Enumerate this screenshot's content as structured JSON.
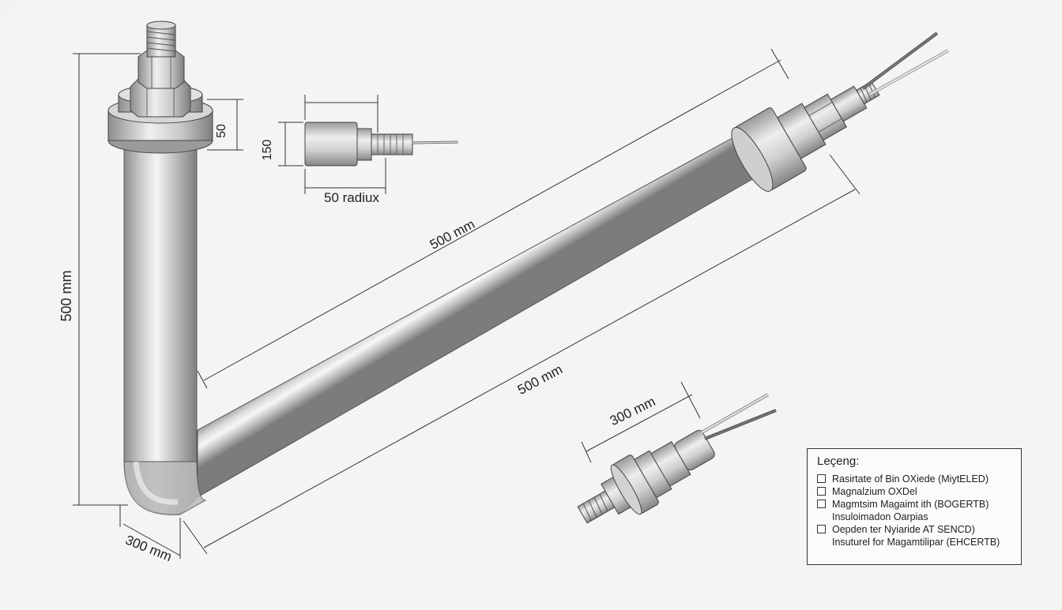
{
  "diagram": {
    "dimensions": {
      "vertical_length": "500 mm",
      "upper_run_length": "500 mm",
      "lower_run_length": "500 mm",
      "bend_run_length": "300 mm",
      "fitting_length": "300 mm",
      "detail_height": "150",
      "nut_height": "50",
      "detail_radius": "50 radiux"
    },
    "legend": {
      "title": "Leçeng:",
      "items": [
        {
          "text": "Rasirtate of Bin OXiede (MiytELED)",
          "cont": ""
        },
        {
          "text": "Magnalzium OXDel",
          "cont": ""
        },
        {
          "text": "Magmtsim Magaimt ith (BOGERTB)",
          "cont": "Insuloimadon Oarpias"
        },
        {
          "text": "Oepden ter Nyiaride AT SENCD)",
          "cont": "Insuturel for Magamtilipar (EHCERTB)"
        }
      ]
    },
    "colors": {
      "steel_light": "#f2f2f2",
      "steel_mid": "#c4c4c4",
      "steel_dark": "#8a8a8a",
      "line": "#333333",
      "background": "#f4f4f4"
    }
  }
}
